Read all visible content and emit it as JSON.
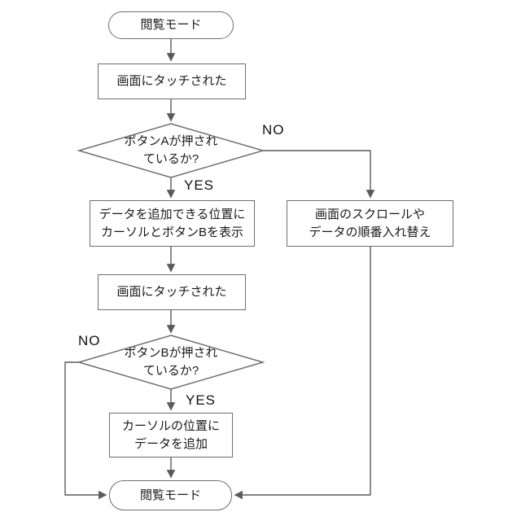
{
  "diagram": {
    "type": "flowchart",
    "nodes": {
      "start": {
        "shape": "terminator",
        "label": "閲覧モード"
      },
      "touch1": {
        "shape": "process",
        "label": "画面にタッチされた"
      },
      "decision_a": {
        "shape": "decision",
        "line1": "ボタンAが押され",
        "line2": "ているか?"
      },
      "show_cursor": {
        "shape": "process",
        "line1": "データを追加できる位置に",
        "line2": "カーソルとボタンBを表示"
      },
      "scroll": {
        "shape": "process",
        "line1": "画面のスクロールや",
        "line2": "データの順番入れ替え"
      },
      "touch2": {
        "shape": "process",
        "label": "画面にタッチされた"
      },
      "decision_b": {
        "shape": "decision",
        "line1": "ボタンBが押され",
        "line2": "ているか?"
      },
      "add_data": {
        "shape": "process",
        "line1": "カーソルの位置に",
        "line2": "データを追加"
      },
      "end": {
        "shape": "terminator",
        "label": "閲覧モード"
      }
    },
    "edge_labels": {
      "decision_a_no": "NO",
      "decision_a_yes": "YES",
      "decision_b_no": "NO",
      "decision_b_yes": "YES"
    },
    "colors": {
      "background": "#ffffff",
      "line": "#5a5a5a",
      "node_border": "#6e6e6e",
      "text": "#1a1a1a"
    }
  }
}
